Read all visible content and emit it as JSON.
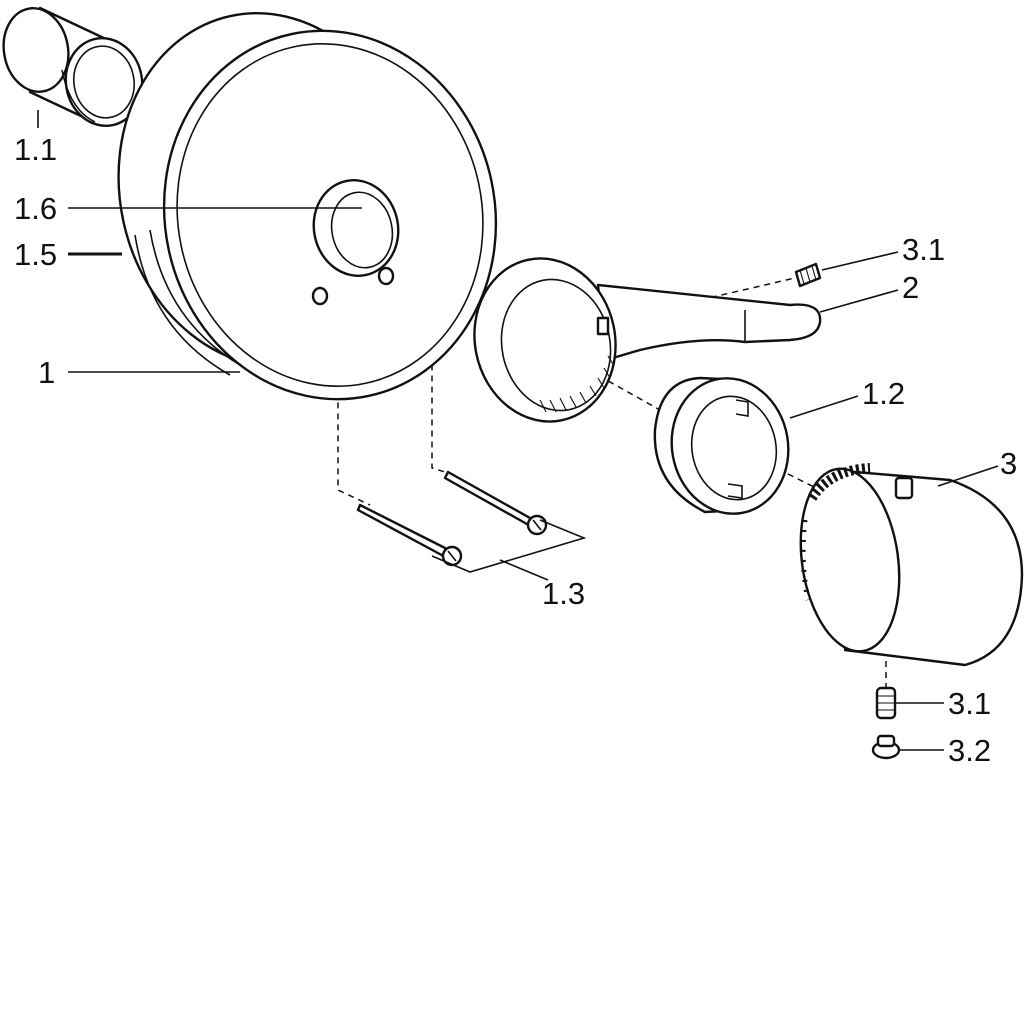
{
  "labels": {
    "l1_1": "1.1",
    "l1_6": "1.6",
    "l1_5": "1.5",
    "l1": "1",
    "l3_1_top": "3.1",
    "l2": "2",
    "l1_2": "1.2",
    "l3": "3",
    "l1_3": "1.3",
    "l3_1_bottom": "3.1",
    "l3_2": "3.2"
  },
  "colors": {
    "line": "#111111",
    "background": "#ffffff"
  }
}
